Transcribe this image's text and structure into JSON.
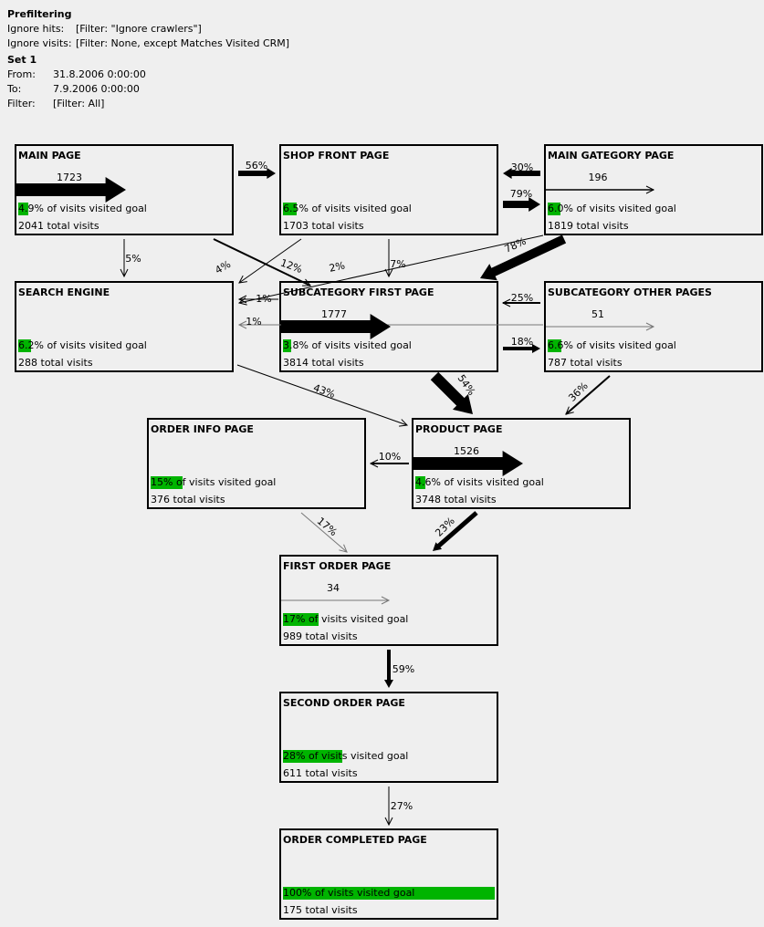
{
  "header": {
    "prefilter_title": "Prefiltering",
    "ignore_hits_label": "Ignore hits:",
    "ignore_hits_value": "[Filter: \"Ignore crawlers\"]",
    "ignore_visits_label": "Ignore visits:",
    "ignore_visits_value": "[Filter: None, except Matches Visited CRM]",
    "set_title": "Set 1",
    "from_label": "From:",
    "from_value": "31.8.2006 0:00:00",
    "to_label": "To:",
    "to_value": "7.9.2006 0:00:00",
    "filter_label": "Filter:",
    "filter_value": "[Filter: All]"
  },
  "goal_suffix": "of visits visited goal",
  "total_suffix": "total visits",
  "nodes": [
    {
      "id": "main",
      "title": "MAIN PAGE",
      "goal_pct": "4.9%",
      "goal_fraction": 0.049,
      "total": "2041",
      "self_flow": "1723"
    },
    {
      "id": "shop",
      "title": "SHOP FRONT PAGE",
      "goal_pct": "6.5%",
      "goal_fraction": 0.065,
      "total": "1703",
      "self_flow": ""
    },
    {
      "id": "maincat",
      "title": "MAIN GATEGORY PAGE",
      "goal_pct": "6.0%",
      "goal_fraction": 0.06,
      "total": "1819",
      "self_flow": "196"
    },
    {
      "id": "search",
      "title": "SEARCH ENGINE",
      "goal_pct": "6.2%",
      "goal_fraction": 0.062,
      "total": "288",
      "self_flow": ""
    },
    {
      "id": "subfirst",
      "title": "SUBCATEGORY FIRST PAGE",
      "goal_pct": "3.8%",
      "goal_fraction": 0.038,
      "total": "3814",
      "self_flow": "1777"
    },
    {
      "id": "subother",
      "title": "SUBCATEGORY OTHER PAGES",
      "goal_pct": "6.6%",
      "goal_fraction": 0.066,
      "total": "787",
      "self_flow": "51"
    },
    {
      "id": "orderinfo",
      "title": "ORDER INFO PAGE",
      "goal_pct": "15%",
      "goal_fraction": 0.15,
      "total": "376",
      "self_flow": ""
    },
    {
      "id": "product",
      "title": "PRODUCT PAGE",
      "goal_pct": "4.6%",
      "goal_fraction": 0.046,
      "total": "3748",
      "self_flow": "1526"
    },
    {
      "id": "firstorder",
      "title": "FIRST ORDER PAGE",
      "goal_pct": "17%",
      "goal_fraction": 0.17,
      "total": "989",
      "self_flow": "34"
    },
    {
      "id": "secondorder",
      "title": "SECOND ORDER PAGE",
      "goal_pct": "28%",
      "goal_fraction": 0.28,
      "total": "611",
      "self_flow": ""
    },
    {
      "id": "ordercompleted",
      "title": "ORDER COMPLETED PAGE",
      "goal_pct": "100%",
      "goal_fraction": 1.0,
      "total": "175",
      "self_flow": ""
    }
  ],
  "edges": [
    {
      "from": "main",
      "to": "shop",
      "label": "56%"
    },
    {
      "from": "maincat",
      "to": "shop",
      "label": "30%"
    },
    {
      "from": "shop",
      "to": "maincat",
      "label": "79%"
    },
    {
      "from": "main",
      "to": "search",
      "label": "5%"
    },
    {
      "from": "shop",
      "to": "search",
      "label": "4%"
    },
    {
      "from": "main",
      "to": "subfirst",
      "label": "12%"
    },
    {
      "from": "maincat",
      "to": "search",
      "label": "2%"
    },
    {
      "from": "shop",
      "to": "subfirst",
      "label": "7%"
    },
    {
      "from": "maincat",
      "to": "subfirst",
      "label": "78%"
    },
    {
      "from": "subfirst",
      "to": "search",
      "label": "1%"
    },
    {
      "from": "subother",
      "to": "search",
      "label": "1%"
    },
    {
      "from": "subother",
      "to": "subfirst",
      "label": "25%"
    },
    {
      "from": "subfirst",
      "to": "subother",
      "label": "18%"
    },
    {
      "from": "search",
      "to": "product",
      "label": "43%"
    },
    {
      "from": "subfirst",
      "to": "product",
      "label": "54%"
    },
    {
      "from": "subother",
      "to": "product",
      "label": "36%"
    },
    {
      "from": "product",
      "to": "orderinfo",
      "label": "10%"
    },
    {
      "from": "orderinfo",
      "to": "firstorder",
      "label": "17%"
    },
    {
      "from": "product",
      "to": "firstorder",
      "label": "23%"
    },
    {
      "from": "firstorder",
      "to": "secondorder",
      "label": "59%"
    },
    {
      "from": "secondorder",
      "to": "ordercompleted",
      "label": "27%"
    }
  ],
  "colors": {
    "goal_bar": "#00b400",
    "background": "#efefef"
  }
}
